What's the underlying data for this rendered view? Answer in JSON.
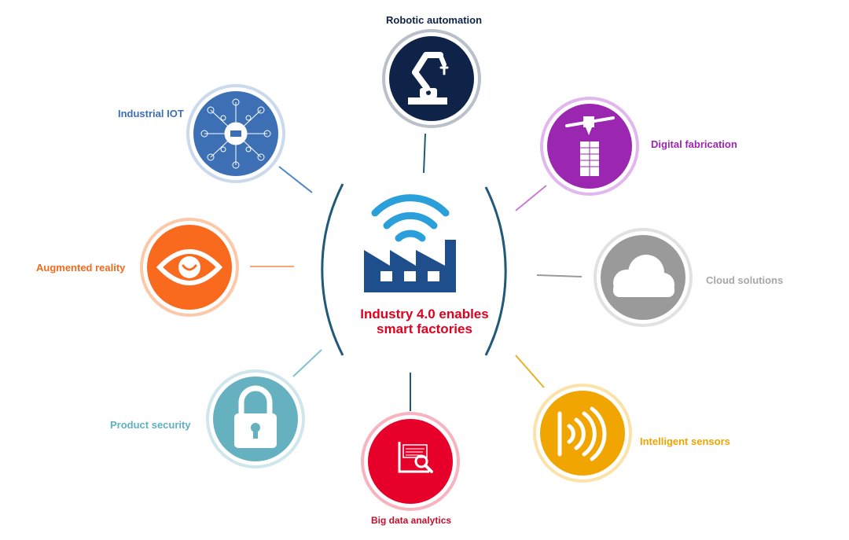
{
  "center": {
    "title_line1": "Industry 4.0 enables",
    "title_line2": "smart factories",
    "icon": "factory-wifi-icon"
  },
  "colors": {
    "arc": "#1f5a78",
    "factory": "#1f4e8c",
    "wifi": "#2b9fd9",
    "title": "#e1001e"
  },
  "nodes": [
    {
      "id": "robotic-automation",
      "label": "Robotic automation",
      "icon": "robot-arm-icon",
      "color": "#0f2248",
      "ring": "#b9c0c9",
      "label_color": "#0f2248"
    },
    {
      "id": "digital-fabrication",
      "label": "Digital fabrication",
      "icon": "3d-printer-icon",
      "color": "#9b27b0",
      "ring": "#e2b6ee",
      "label_color": "#9b27b0"
    },
    {
      "id": "cloud-solutions",
      "label": "Cloud solutions",
      "icon": "cloud-icon",
      "color": "#9a9a9a",
      "ring": "#e1e1e1",
      "label_color": "#a7a7a7"
    },
    {
      "id": "intelligent-sensors",
      "label": "Intelligent sensors",
      "icon": "sensor-waves-icon",
      "color": "#f0a500",
      "ring": "#fbe2a8",
      "label_color": "#eea400"
    },
    {
      "id": "big-data-analytics",
      "label": "Big data analytics",
      "icon": "data-analysis-icon",
      "color": "#e6002a",
      "ring": "#f7b3c0",
      "label_color": "#c8102e"
    },
    {
      "id": "product-security",
      "label": "Product security",
      "icon": "padlock-icon",
      "color": "#66b1c0",
      "ring": "#cfe6ec",
      "label_color": "#5fb0c0"
    },
    {
      "id": "augmented-reality",
      "label": "Augmented reality",
      "icon": "eye-icon",
      "color": "#f96a1e",
      "ring": "#fdc8a8",
      "label_color": "#f26b1d"
    },
    {
      "id": "industrial-iot",
      "label": "Industrial IOT",
      "icon": "iot-network-icon",
      "color": "#3d6fb4",
      "ring": "#cbd9ec",
      "label_color": "#3d6fb4"
    }
  ]
}
